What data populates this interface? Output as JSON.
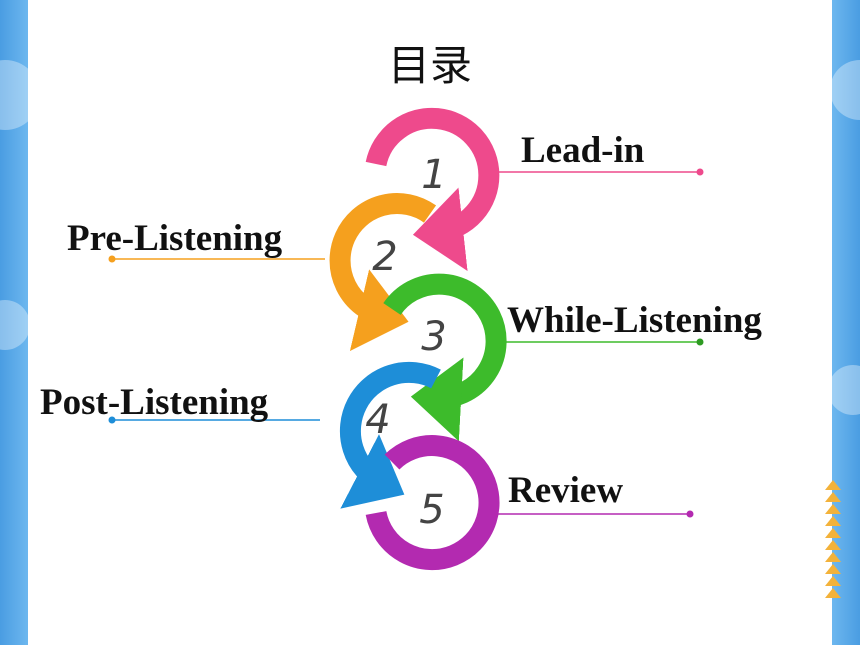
{
  "page": {
    "title": "目录"
  },
  "colors": {
    "step1": "#ee4a8c",
    "step2": "#f5a01e",
    "step3": "#3dbb2b",
    "step4": "#1e8ed8",
    "step5": "#b32ab0",
    "accent_arrows": "#f3b23a"
  },
  "steps": [
    {
      "number": "1",
      "label": "Lead-in"
    },
    {
      "number": "2",
      "label": "Pre-Listening"
    },
    {
      "number": "3",
      "label": "While-Listening"
    },
    {
      "number": "4",
      "label": "Post-Listening"
    },
    {
      "number": "5",
      "label": "Review"
    }
  ]
}
